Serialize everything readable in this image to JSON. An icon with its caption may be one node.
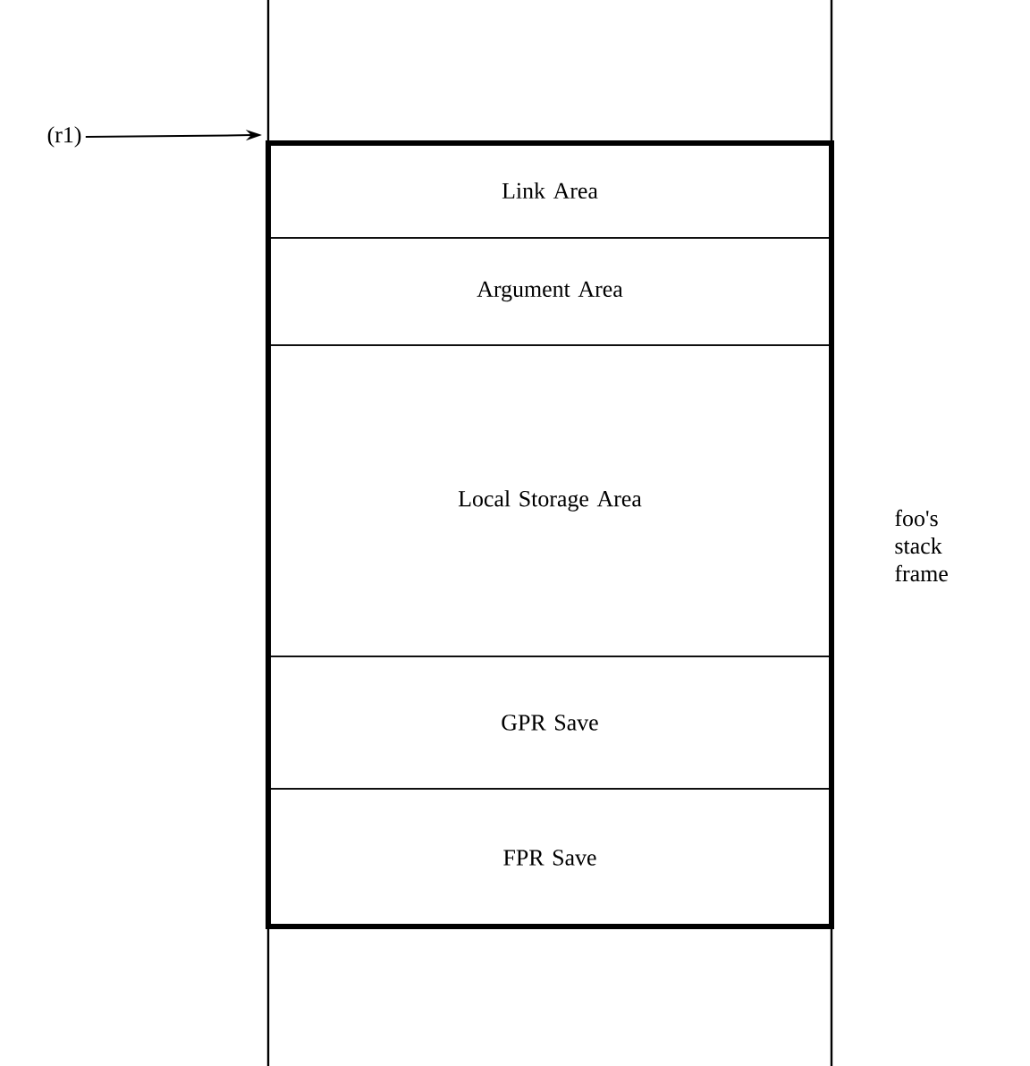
{
  "diagram": {
    "nodes": [
      {
        "text": [],
        "shape": "box",
        "beside": [
          "foo's stack frame"
        ]
      },
      {
        "text": [
          "Link Area"
        ],
        "in": 0
      },
      {
        "text": [
          "Argument Area"
        ],
        "in": 0
      },
      {
        "text": [
          "Local Storage Area"
        ],
        "in": 0
      },
      {
        "text": [
          "GPR Save"
        ],
        "in": 0
      },
      {
        "text": [
          "FPR Save"
        ],
        "in": 0
      },
      {
        "text": [
          "(r1)"
        ]
      }
    ],
    "edges": [
      {
        "from": 6,
        "to": 0,
        "arrow": "to"
      }
    ]
  }
}
